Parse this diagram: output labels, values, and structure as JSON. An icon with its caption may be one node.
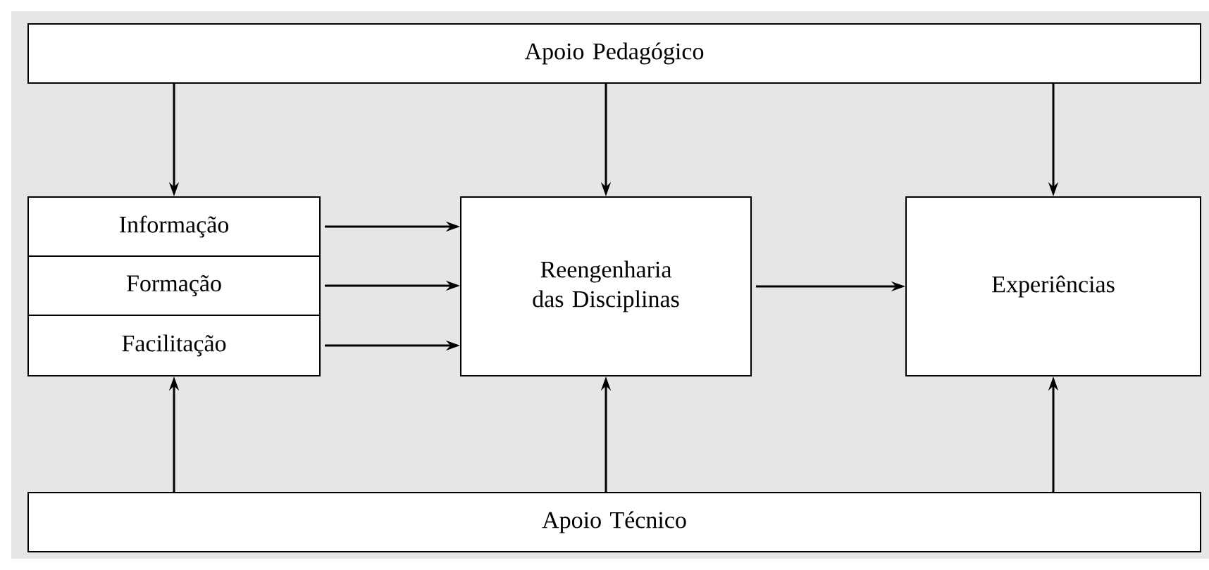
{
  "diagram": {
    "nodes": [
      {
        "text": [
          "Apoio Pedagógico"
        ]
      },
      {
        "text": [
          "Informação"
        ]
      },
      {
        "text": [
          "Formação"
        ]
      },
      {
        "text": [
          "Facilitação"
        ]
      },
      {
        "text": [
          "Reengenharia das Disciplinas"
        ]
      },
      {
        "text": [
          "Experiências"
        ]
      },
      {
        "text": [
          "Apoio Técnico"
        ]
      }
    ],
    "edges": [
      {
        "from": 0,
        "to": 1,
        "arrow": "to"
      },
      {
        "from": 0,
        "to": 4,
        "arrow": "to"
      },
      {
        "from": 0,
        "to": 5,
        "arrow": "to"
      },
      {
        "from": 1,
        "to": 4,
        "arrow": "to"
      },
      {
        "from": 2,
        "to": 4,
        "arrow": "to"
      },
      {
        "from": 3,
        "to": 4,
        "arrow": "to"
      },
      {
        "from": 4,
        "to": 5,
        "arrow": "to"
      },
      {
        "from": 6,
        "to": 3,
        "arrow": "to"
      },
      {
        "from": 6,
        "to": 4,
        "arrow": "to"
      },
      {
        "from": 6,
        "to": 5,
        "arrow": "to"
      }
    ]
  }
}
